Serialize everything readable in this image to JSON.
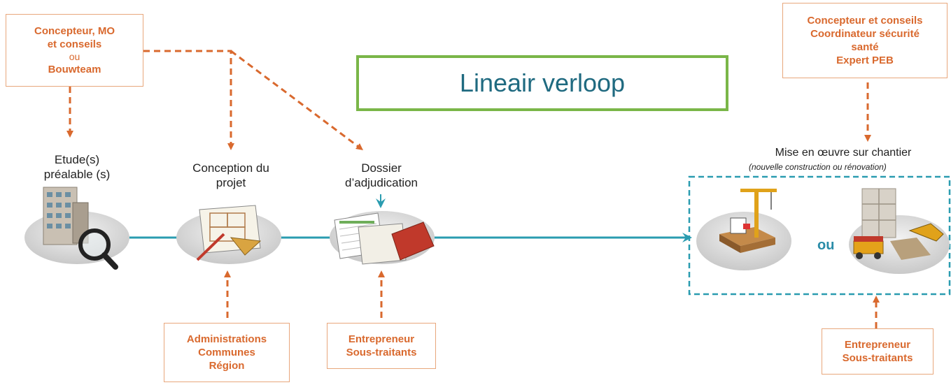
{
  "title": "Lineair verloop",
  "top_left_box": {
    "line1": "Concepteur, MO",
    "line2": "et conseils",
    "line3": "ou",
    "line4": "Bouwteam"
  },
  "top_right_box": {
    "line1": "Concepteur et conseils",
    "line2": "Coordinateur sécurité",
    "line3": "santé",
    "line4": "Expert PEB"
  },
  "stages": {
    "etude": {
      "line1": "Etude(s)",
      "line2": "préalable (s)"
    },
    "conception": {
      "line1": "Conception du",
      "line2": "projet"
    },
    "dossier": {
      "line1": "Dossier",
      "line2": "d’adjudication"
    },
    "mise": {
      "line1": "Mise en œuvre sur chantier",
      "line2": "(nouvelle construction ou rénovation)"
    }
  },
  "or_label": "ou",
  "bottom_boxes": {
    "administrations": {
      "line1": "Administrations",
      "line2": "Communes",
      "line3": "Région"
    },
    "entrepreneur1": {
      "line1": "Entrepreneur",
      "line2": "Sous-traitants"
    },
    "entrepreneur2": {
      "line1": "Entrepreneur",
      "line2": "Sous-traitants"
    }
  },
  "colors": {
    "accent_orange": "#d9692e",
    "line_teal": "#2a9cb0",
    "title_border": "#7ab648",
    "title_text": "#1f6a80"
  },
  "icons": [
    "building-magnifier-icon",
    "blueprint-icon",
    "documents-icon",
    "crane-construction-icon",
    "excavator-construction-icon"
  ]
}
